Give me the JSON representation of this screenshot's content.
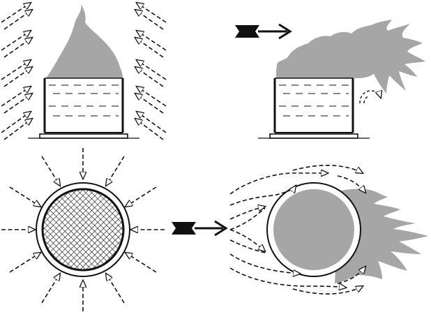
{
  "diagram": {
    "panels": [
      {
        "id": "tank-still-air",
        "airflow": "inward-draft",
        "fire": "vertical-plume"
      },
      {
        "id": "tank-with-wind",
        "airflow": "crosswind",
        "fire": "wind-blown-plume"
      },
      {
        "id": "sphere-still-air",
        "airflow": "radial-inward",
        "fire": "none"
      },
      {
        "id": "sphere-with-wind",
        "airflow": "flow-around",
        "fire": "wake-flames"
      }
    ],
    "icons": {
      "transition": "wind-arrow-icon",
      "airflow": "dashed-arrow-icon",
      "reverse_flow": "curl-arrow-icon"
    },
    "colors": {
      "ink": "#111111",
      "flame": "#a6a6a6",
      "hatch": "#111111",
      "background": "#ffffff"
    }
  }
}
